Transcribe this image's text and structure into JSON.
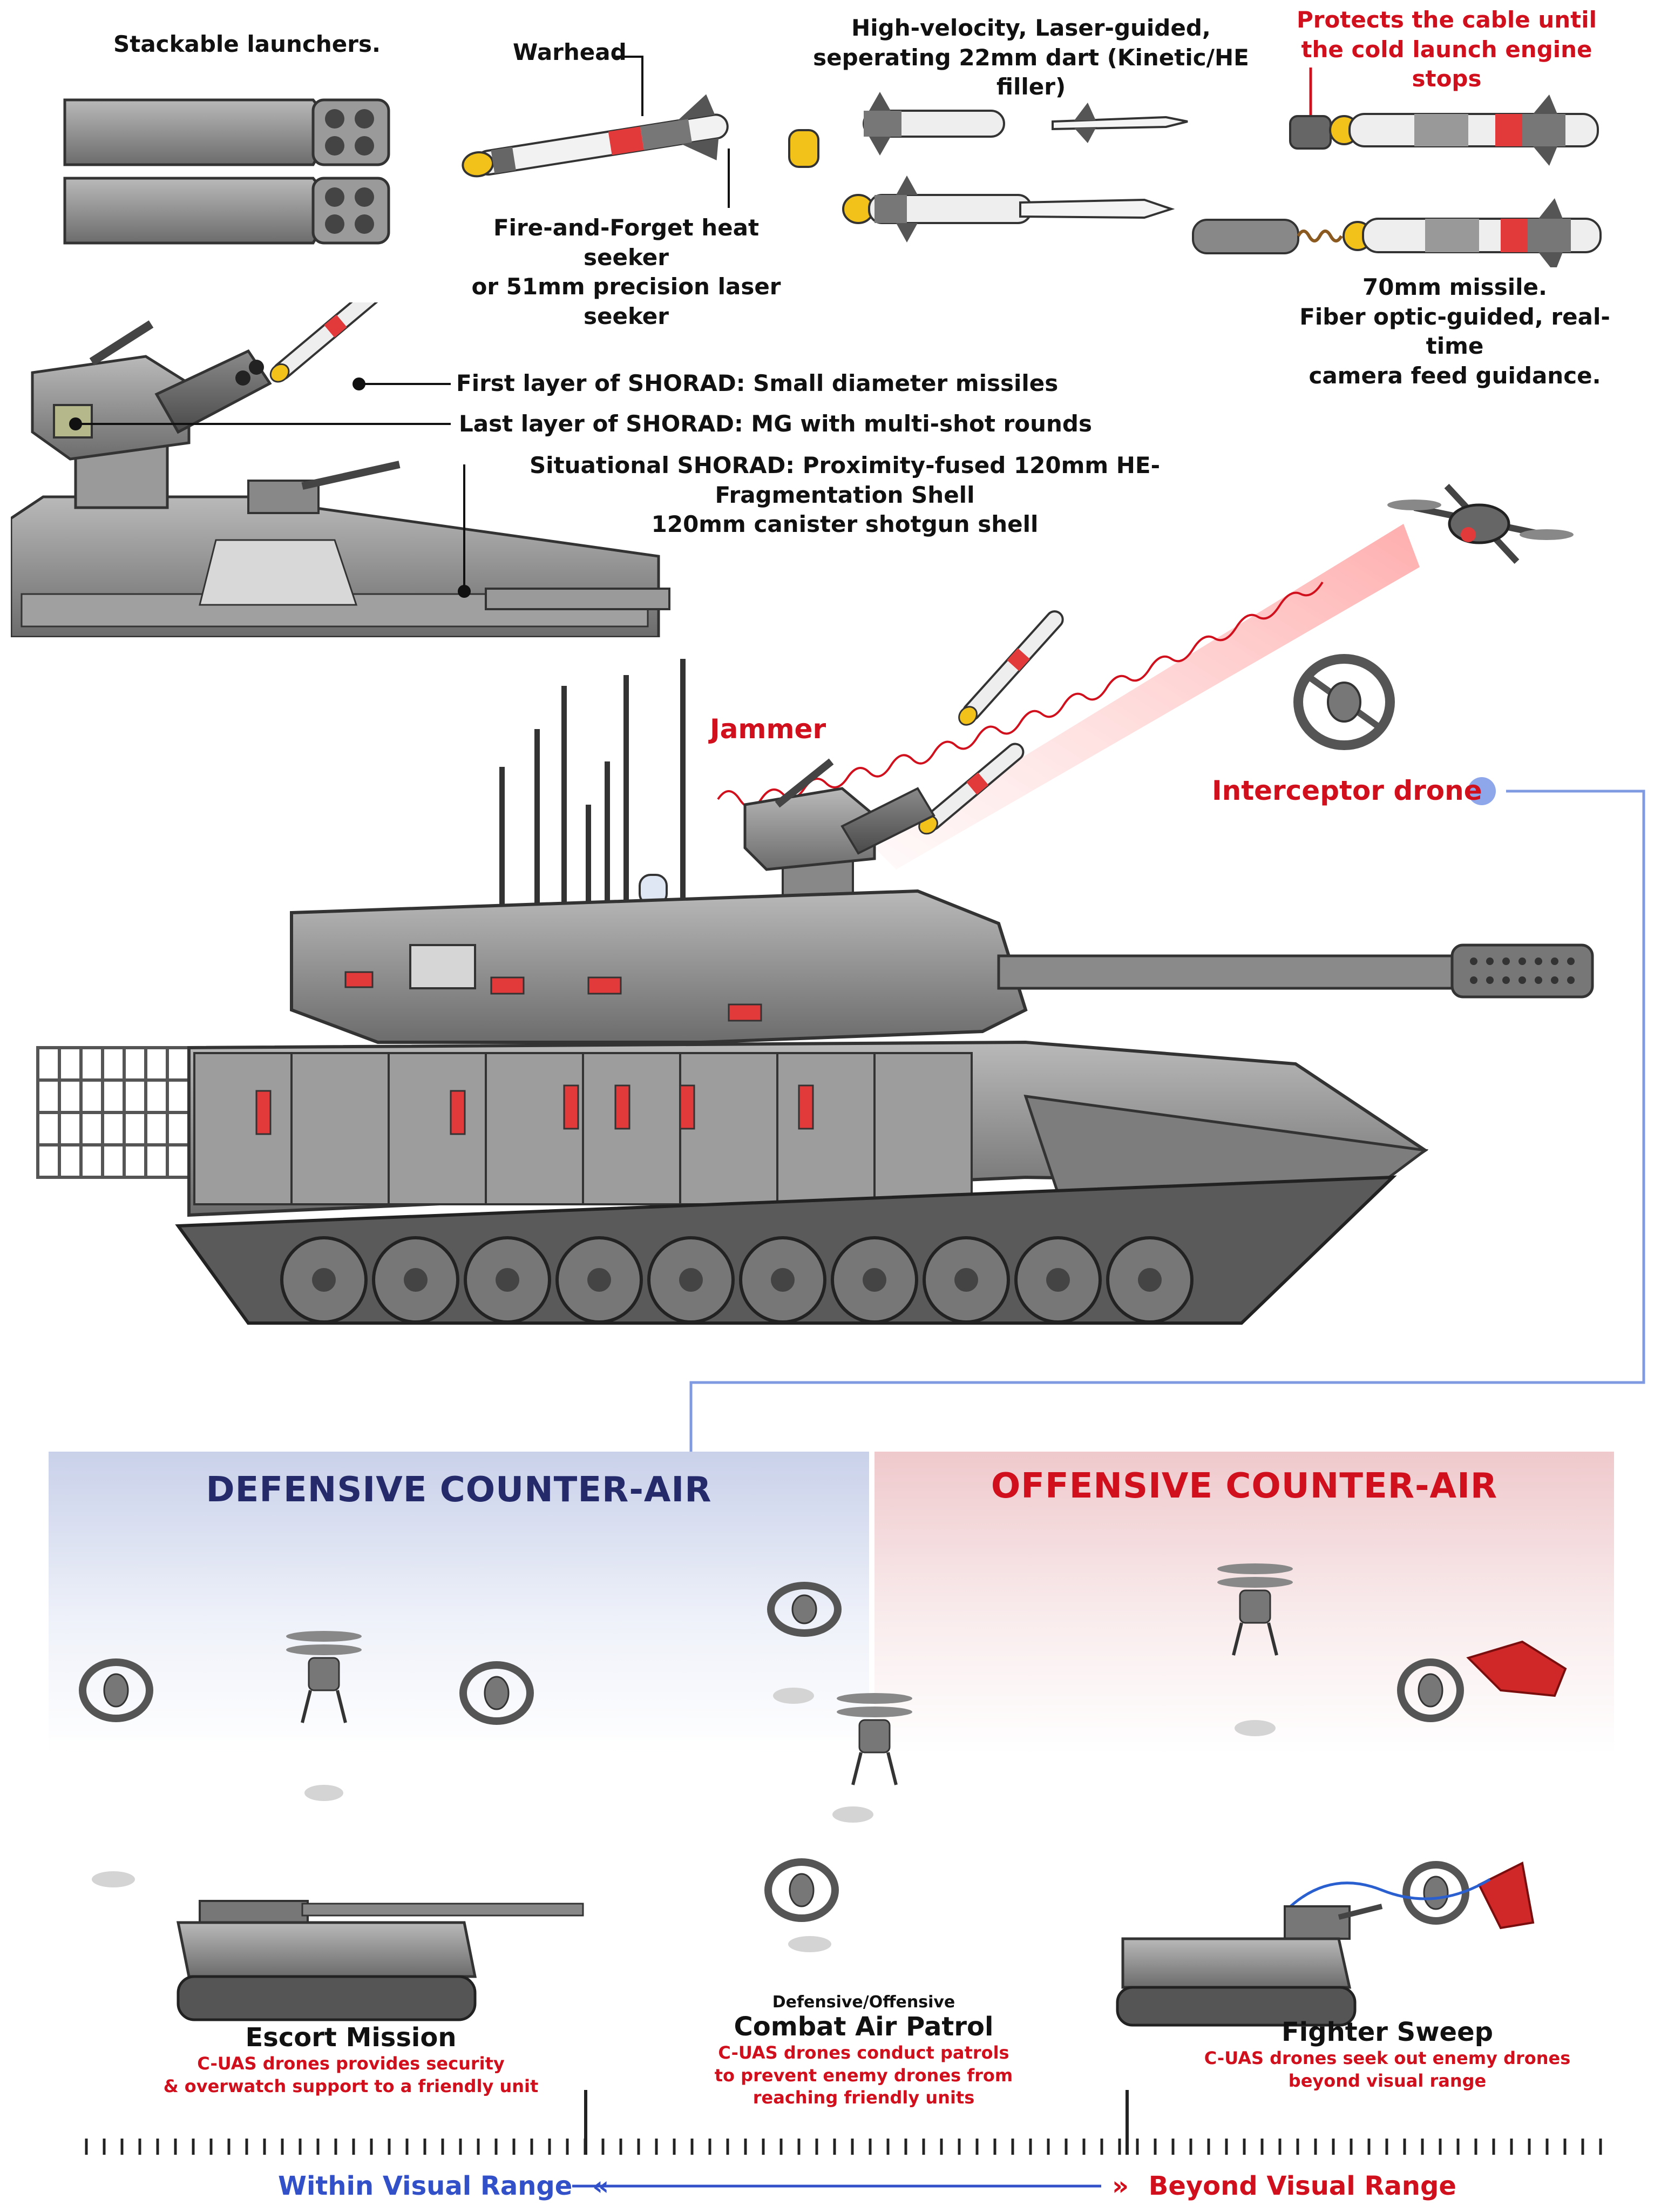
{
  "callouts": {
    "stackable": "Stackable launchers.",
    "warhead": "Warhead",
    "seeker": [
      "Fire-and-Forget heat seeker",
      "or 51mm precision laser",
      "seeker"
    ],
    "dart": [
      "High-velocity, Laser-guided,",
      "seperating 22mm dart (Kinetic/HE filler)"
    ],
    "cable": [
      "Protects the cable until",
      "the cold launch engine stops"
    ],
    "missile70": [
      "70mm missile.",
      "Fiber optic-guided, real-time",
      "camera feed guidance."
    ],
    "layer_first": "First layer of SHORAD: Small diameter missiles",
    "layer_last": "Last layer of SHORAD: MG with multi-shot rounds",
    "layer_situational": [
      "Situational SHORAD: Proximity-fused 120mm HE-Fragmentation Shell",
      "120mm canister shotgun shell"
    ],
    "jammer": "Jammer",
    "interceptor": "Interceptor drone"
  },
  "panels": {
    "defensive_title": "DEFENSIVE COUNTER-AIR",
    "offensive_title": "OFFENSIVE COUNTER-AIR"
  },
  "missions": {
    "escort": {
      "title": "Escort Mission",
      "desc": [
        "C-UAS drones provides security",
        "& overwatch support to a friendly unit"
      ]
    },
    "cap": {
      "tag": "Defensive/Offensive",
      "title": "Combat Air Patrol",
      "desc": [
        "C-UAS drones conduct patrols",
        "to prevent enemy drones from",
        "reaching friendly units"
      ]
    },
    "sweep": {
      "title": "Fighter Sweep",
      "desc": [
        "C-UAS drones seek out enemy drones",
        "beyond visual range"
      ]
    }
  },
  "range": {
    "within": "Within Visual Range",
    "beyond": "Beyond Visual Range",
    "within_arrow": "«",
    "beyond_arrow": "»"
  },
  "colors": {
    "accent_red": "#d0101c",
    "navy": "#252a6b",
    "range_blue": "#3250c8",
    "connector_blue": "#7f9ae0",
    "hull_gray": "#8c8c8c"
  }
}
